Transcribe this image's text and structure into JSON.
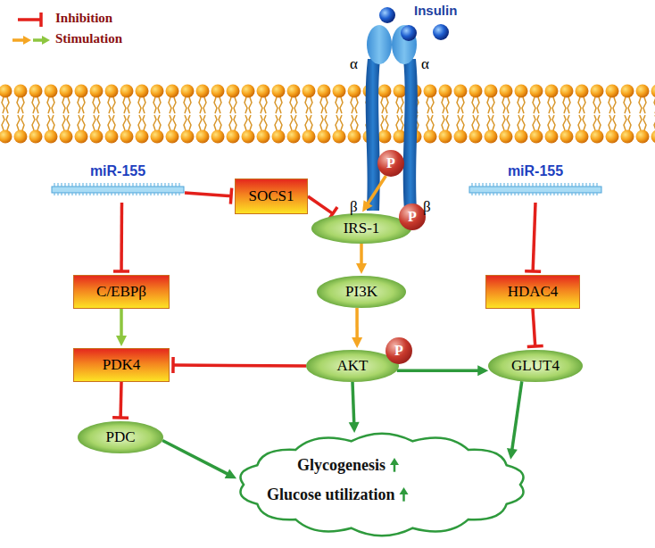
{
  "diagram": {
    "nodes": [
      {
        "text": [
          "P"
        ]
      },
      {
        "text": [
          "miR-155"
        ]
      },
      {
        "text": [
          "SOCS1"
        ]
      },
      {
        "text": [
          "IRS-1"
        ]
      },
      {
        "text": [
          "P"
        ]
      },
      {
        "text": [
          "miR-155"
        ]
      },
      {
        "text": [
          "C/EBPβ"
        ]
      },
      {
        "text": [
          "PI3K"
        ]
      },
      {
        "text": [
          "HDAC4"
        ]
      },
      {
        "text": [
          "PDK4"
        ]
      },
      {
        "text": [
          "AKT"
        ]
      },
      {
        "text": [
          "P"
        ]
      },
      {
        "text": [
          "GLUT4"
        ]
      },
      {
        "text": [
          "PDC"
        ]
      },
      {
        "text": [
          "Glycogenesis",
          "Glucose utilization"
        ]
      }
    ],
    "edges": [
      {
        "from": 1,
        "to": 2,
        "arrow": "to"
      },
      {
        "from": 2,
        "to": 3,
        "arrow": "to"
      },
      {
        "from": 0,
        "to": 3,
        "arrow": "to"
      },
      {
        "from": 3,
        "to": 7,
        "arrow": "to"
      },
      {
        "from": 7,
        "to": 10,
        "arrow": "to"
      },
      {
        "from": 1,
        "to": 6,
        "arrow": "to"
      },
      {
        "from": 6,
        "to": 9,
        "arrow": "to"
      },
      {
        "from": 10,
        "to": 9,
        "arrow": "to"
      },
      {
        "from": 9,
        "to": 13,
        "arrow": "to"
      },
      {
        "from": 13,
        "to": 14,
        "arrow": "to"
      },
      {
        "from": 10,
        "to": 14,
        "arrow": "to"
      },
      {
        "from": 10,
        "to": 12,
        "arrow": "to"
      },
      {
        "from": 5,
        "to": 8,
        "arrow": "to"
      },
      {
        "from": 8,
        "to": 12,
        "arrow": "to"
      },
      {
        "from": 12,
        "to": 14,
        "arrow": "to"
      }
    ],
    "labels": [
      "Insulin",
      "α",
      "α",
      "β",
      "β"
    ],
    "legend": [
      {
        "text": "Inhibition"
      },
      {
        "text": "Stimulation"
      }
    ]
  }
}
